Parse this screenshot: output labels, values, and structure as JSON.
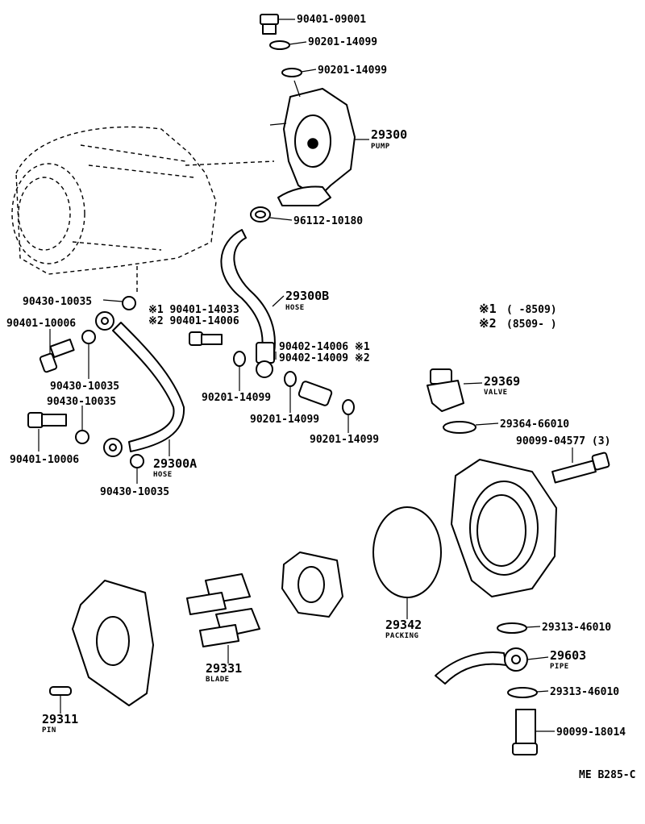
{
  "diagram": {
    "code": "ME B285-C",
    "legend": {
      "row1": {
        "mark": "※1",
        "range": "(      -8509)"
      },
      "row2": {
        "mark": "※2",
        "range": "(8509-      )"
      }
    },
    "parts": {
      "p1": {
        "number": "90401-09001"
      },
      "p2": {
        "number": "90201-14099"
      },
      "p3": {
        "number": "90201-14099"
      },
      "p4": {
        "number": "29300",
        "name": "PUMP"
      },
      "p5": {
        "number": "96112-10180"
      },
      "p6": {
        "number": "29300B",
        "name": "HOSE"
      },
      "p7": {
        "number": "90430-10035"
      },
      "p8": {
        "number": "※1 90401-14033"
      },
      "p9": {
        "number": "※2 90401-14006"
      },
      "p10": {
        "number": "90401-10006"
      },
      "p11": {
        "number": "90430-10035"
      },
      "p12": {
        "number": "90430-10035"
      },
      "p13": {
        "number": "90401-10006"
      },
      "p14": {
        "number": "29300A",
        "name": "HOSE"
      },
      "p15": {
        "number": "90430-10035"
      },
      "p16": {
        "number": "90402-14006 ※1"
      },
      "p17": {
        "number": "90402-14009 ※2"
      },
      "p18": {
        "number": "90201-14099"
      },
      "p19": {
        "number": "90201-14099"
      },
      "p20": {
        "number": "90201-14099"
      },
      "p21": {
        "number": "29369",
        "name": "VALVE"
      },
      "p22": {
        "number": "29364-66010"
      },
      "p23": {
        "number": "90099-04577 (3)"
      },
      "p24": {
        "number": "29342",
        "name": "PACKING"
      },
      "p25": {
        "number": "29331",
        "name": "BLADE"
      },
      "p26": {
        "number": "29311",
        "name": "PIN"
      },
      "p27": {
        "number": "29313-46010"
      },
      "p28": {
        "number": "29603",
        "name": "PIPE"
      },
      "p29": {
        "number": "29313-46010"
      },
      "p30": {
        "number": "90099-18014"
      }
    }
  }
}
